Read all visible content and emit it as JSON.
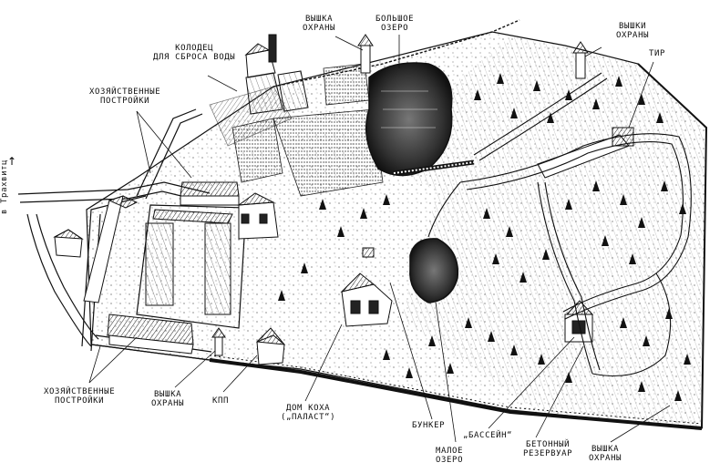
{
  "map": {
    "road_label": "в Трахвитц",
    "labels": {
      "well": [
        "КОЛОДЕЦ",
        "ДЛЯ СБРОСА ВОДЫ"
      ],
      "tower_top": [
        "ВЫШКА",
        "ОХРАНЫ"
      ],
      "big_lake": [
        "БОЛЬШОЕ",
        "ОЗЕРО"
      ],
      "towers_right": [
        "ВЫШКИ",
        "ОХРАНЫ"
      ],
      "shooting_range": "ТИР",
      "outbuildings_top": [
        "ХОЗЯЙСТВЕННЫЕ",
        "ПОСТРОЙКИ"
      ],
      "outbuildings_bottom": [
        "ХОЗЯЙСТВЕННЫЕ",
        "ПОСТРОЙКИ"
      ],
      "tower_bottom_left": [
        "ВЫШКА",
        "ОХРАНЫ"
      ],
      "checkpoint": "КПП",
      "koch_house": [
        "ДОМ КОХА",
        "(„ПАЛАСТ“)"
      ],
      "bunker": "БУНКЕР",
      "pool": "„БАССЕЙН“",
      "reservoir": [
        "БЕТОННЫЙ",
        "РЕЗЕРВУАР"
      ],
      "tower_bottom_right": [
        "ВЫШКА",
        "ОХРАНЫ"
      ],
      "small_lake": [
        "МАЛОЕ",
        "ОЗЕРО"
      ]
    }
  }
}
